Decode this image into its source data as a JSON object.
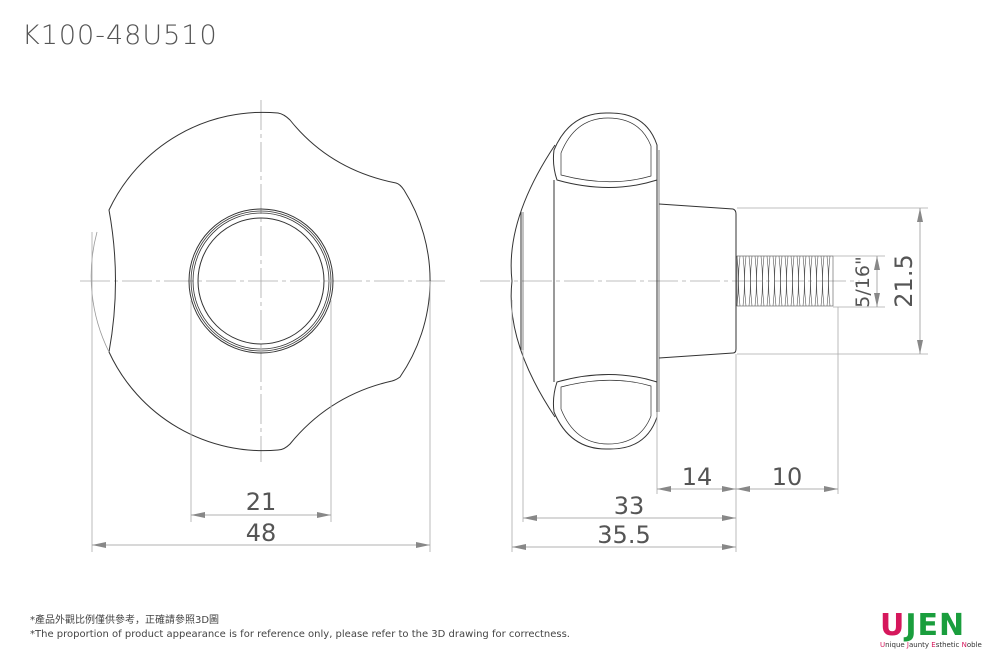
{
  "title": "K100-48U510",
  "dimensions": {
    "front_bore_dia": "21",
    "front_outer_dia": "48",
    "side_hub_length": "14",
    "side_thread_length": "10",
    "side_length_33": "33",
    "side_total_length": "35.5",
    "thread_size": "5/16\"",
    "hub_dia": "21.5"
  },
  "notes": {
    "line_zh": "*產品外觀比例僅供參考，正確請參照3D圖",
    "line_en": "*The proportion of product appearance is for reference only, please refer to the 3D drawing for correctness."
  },
  "logo": {
    "u": "U",
    "rest": "JEN",
    "tagline_parts": [
      "U",
      "nique ",
      "J",
      "aunty ",
      "E",
      "sthetic ",
      "N",
      "oble"
    ]
  },
  "colors": {
    "line": "#333333",
    "dim_line": "#999999",
    "text": "#555555",
    "logo_red": "#d6175c",
    "logo_green": "#1a9e3d"
  }
}
